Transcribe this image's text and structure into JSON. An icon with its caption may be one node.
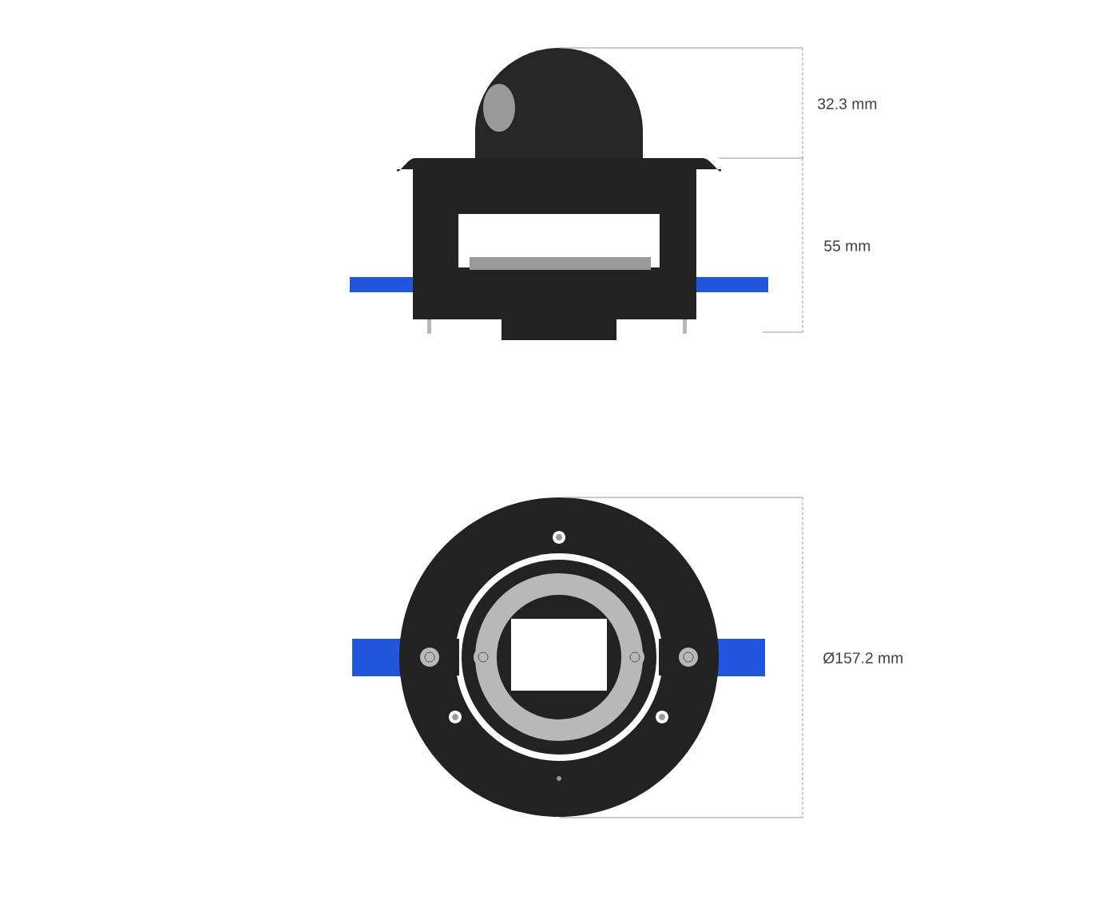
{
  "diagram": {
    "labels": [
      "32.3 mm",
      "55 mm",
      "Ø157.2 mm"
    ]
  }
}
